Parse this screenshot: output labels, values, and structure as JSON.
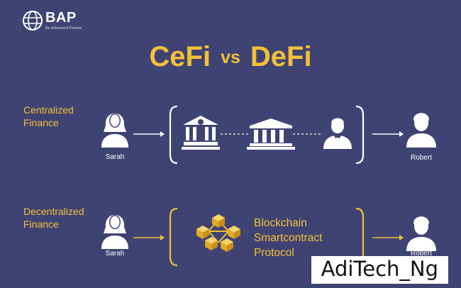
{
  "logo": {
    "name": "BAP",
    "tagline": "Be Advanced Partner",
    "icon": "globe-logo-icon"
  },
  "title": {
    "left": "CeFi",
    "vs": "vs",
    "right": "DeFi"
  },
  "centralized": {
    "label_line1": "Centralized",
    "label_line2": "Finance",
    "sender": "Sarah",
    "receiver": "Robert",
    "intermediaries": [
      "bank-icon",
      "government-building-icon",
      "banker-icon"
    ]
  },
  "decentralized": {
    "label_line1": "Decentralized",
    "label_line2": "Finance",
    "sender": "Sarah",
    "receiver": "Robert",
    "protocol_line1": "Blockchain",
    "protocol_line2": "Smartcontract",
    "protocol_line3": "Protocol",
    "protocol_icon": "blockchain-cubes-icon"
  },
  "watermark": "AdiTech_Ng",
  "colors": {
    "background": "#3f4373",
    "accent": "#f2c037",
    "icon": "#ffffff"
  }
}
